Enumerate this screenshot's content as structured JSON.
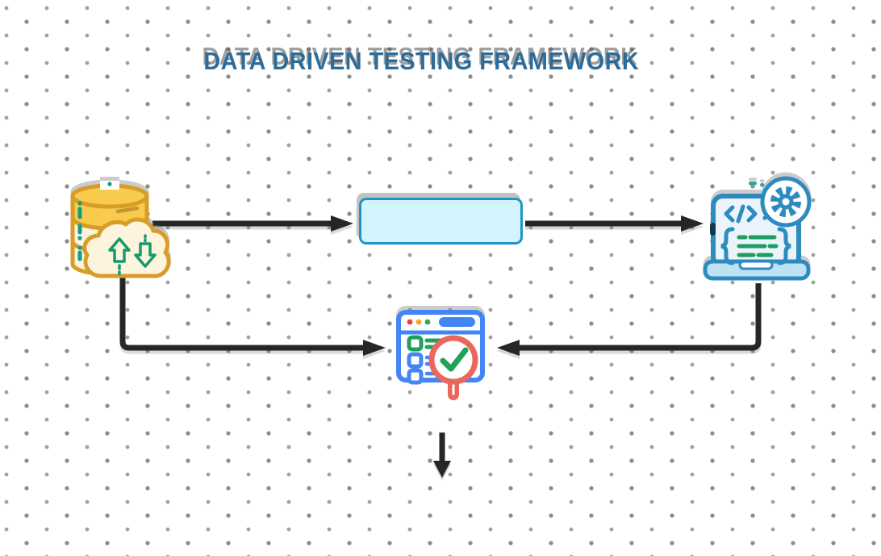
{
  "title": {
    "text": "DATA DRIVEN TESTING FRAMEWORK",
    "color": "#2B6C99"
  },
  "diagram": {
    "arrow_color": "#262626",
    "nodes": [
      {
        "id": "data-source",
        "icon": "database-cloud-sync-icon"
      },
      {
        "id": "process",
        "shape": "rounded-rectangle",
        "label": "",
        "fill": "#D3F4FC",
        "border": "#2493C8"
      },
      {
        "id": "test-execution",
        "icon": "laptop-code-gear-icon"
      },
      {
        "id": "test-report",
        "icon": "report-checklist-magnifier-icon"
      }
    ],
    "connections": [
      {
        "from": "data-source",
        "to": "process"
      },
      {
        "from": "process",
        "to": "test-execution"
      },
      {
        "from": "data-source",
        "to": "test-report"
      },
      {
        "from": "test-execution",
        "to": "test-report"
      },
      {
        "from": "test-report",
        "to": "offscreen-below"
      }
    ]
  },
  "palette": {
    "database_gold": "#D89C28",
    "database_yellow": "#F8CB4C",
    "database_cream": "#FCF4DC",
    "teal_accent": "#0E9F85",
    "cloud_arrow_green": "#159A6B",
    "laptop_blue": "#2E8BC0",
    "laptop_fill": "#EBF4FB",
    "code_green": "#1F9D61",
    "browser_blue": "#4285F4",
    "check_green": "#21A05A",
    "dot_red": "#E94335",
    "dot_yellow": "#F5A623",
    "dot_green": "#34A853",
    "magnifier_coral": "#E8695B"
  }
}
